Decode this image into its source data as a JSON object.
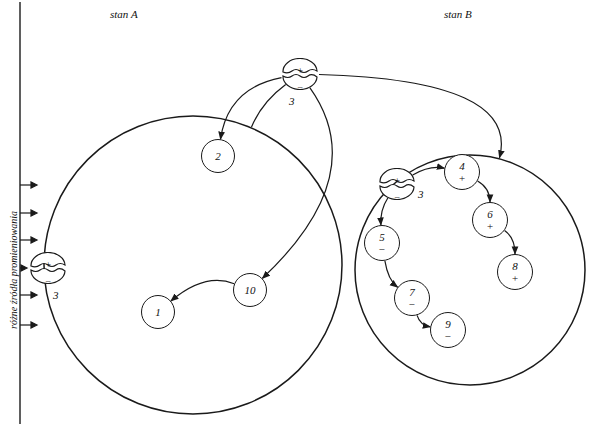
{
  "diagram": {
    "nodes": [
      {
        "text": [
          "stan A"
        ]
      },
      {
        "text": [
          "+",
          "−",
          "3"
        ]
      },
      {
        "text": [
          "2"
        ],
        "in": 0
      },
      {
        "text": [
          "10"
        ],
        "in": 0
      },
      {
        "text": [
          "+",
          "−",
          "3"
        ],
        "in": 0
      },
      {
        "text": [
          "1"
        ],
        "in": 0
      },
      {
        "text": [
          "stan B"
        ]
      },
      {
        "text": [
          "+",
          "−",
          "3"
        ],
        "in": 6
      },
      {
        "text": [
          "4",
          "+"
        ],
        "in": 6
      },
      {
        "text": [
          "6",
          "+"
        ],
        "in": 6
      },
      {
        "text": [
          "8",
          "+"
        ],
        "in": 6
      },
      {
        "text": [
          "5",
          "−"
        ],
        "in": 6
      },
      {
        "text": [
          "7",
          "−"
        ],
        "in": 6
      },
      {
        "text": [
          "9",
          "−"
        ],
        "in": 6
      }
    ],
    "edges": [
      {
        "from": 0,
        "to": 1,
        "arrow": "none"
      },
      {
        "from": 1,
        "to": 6,
        "arrow": "to"
      },
      {
        "from": 1,
        "to": 2,
        "arrow": "to"
      },
      {
        "from": 1,
        "to": 3,
        "arrow": "to"
      },
      {
        "from": 3,
        "to": 5,
        "arrow": "to"
      },
      {
        "from": 7,
        "to": 8,
        "arrow": "to"
      },
      {
        "from": 8,
        "to": 9,
        "arrow": "to"
      },
      {
        "from": 9,
        "to": 10,
        "arrow": "to"
      },
      {
        "from": 7,
        "to": 11,
        "arrow": "to"
      },
      {
        "from": 11,
        "to": 12,
        "arrow": "to"
      },
      {
        "from": 12,
        "to": 13,
        "arrow": "to"
      }
    ],
    "labels": [
      "różne źródła promieniowania"
    ]
  }
}
